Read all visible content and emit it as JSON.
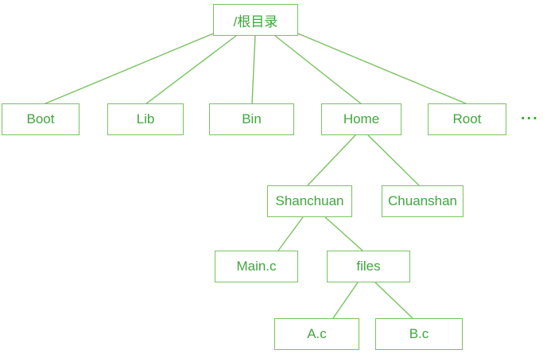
{
  "colors": {
    "box_border": "#77c35e",
    "label_text": "#3fa73c",
    "connector_line": "#77c35e",
    "background": "#ffffff"
  },
  "ellipsis": "...",
  "tree": {
    "label": "/根目录",
    "children": [
      {
        "label": "Boot"
      },
      {
        "label": "Lib"
      },
      {
        "label": "Bin"
      },
      {
        "label": "Home",
        "children": [
          {
            "label": "Shanchuan",
            "children": [
              {
                "label": "Main.c"
              },
              {
                "label": "files",
                "children": [
                  {
                    "label": "A.c"
                  },
                  {
                    "label": "B.c"
                  }
                ]
              }
            ]
          },
          {
            "label": "Chuanshan"
          }
        ]
      },
      {
        "label": "Root"
      }
    ]
  }
}
